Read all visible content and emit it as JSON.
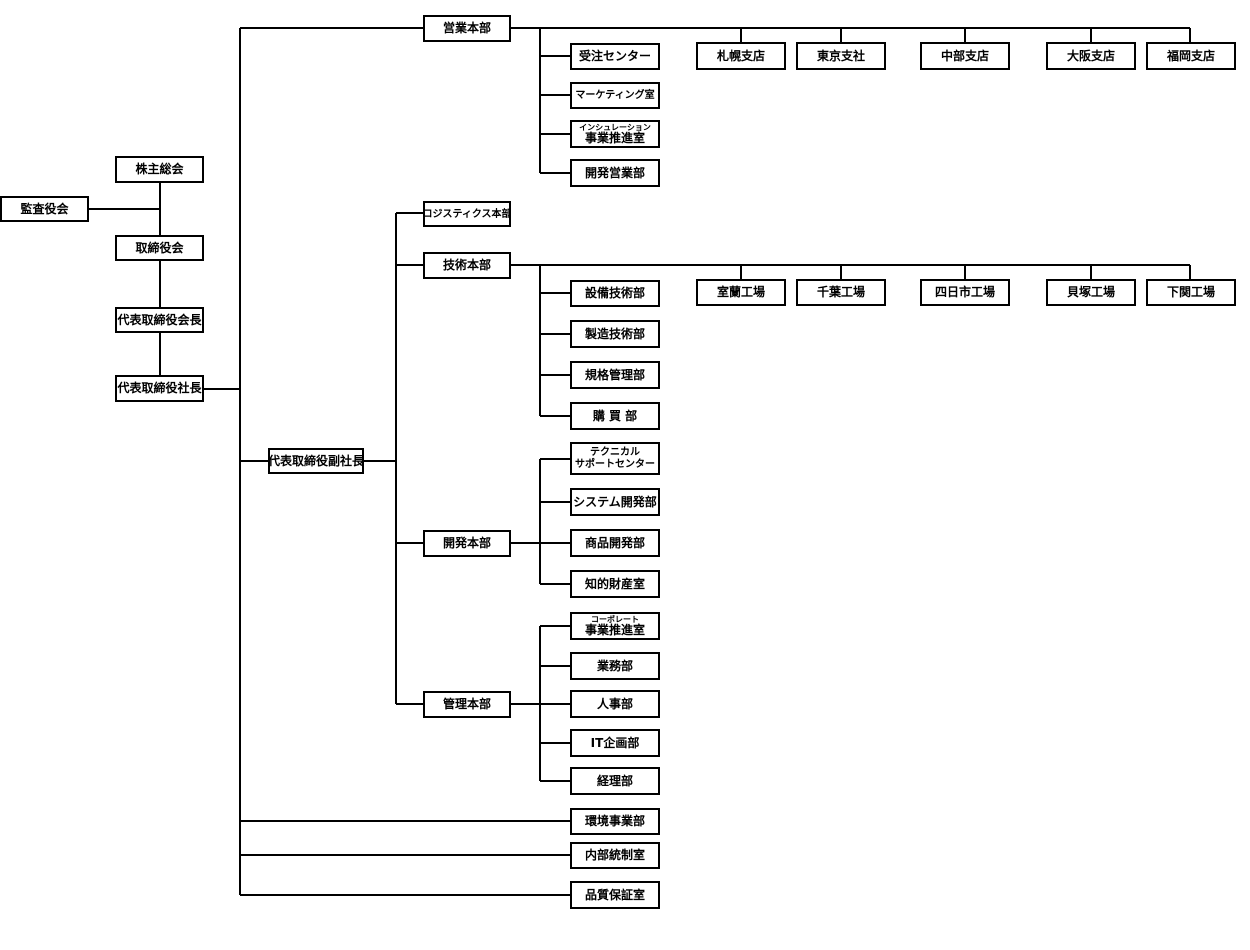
{
  "orgchart": {
    "kansayakukai": "監査役会",
    "kabunushi_sokai": "株主総会",
    "torishimariyakukai": "取締役会",
    "kaicho": "代表取締役会長",
    "shacho": "代表取締役社長",
    "fukushacho": "代表取締役副社長",
    "eigyo_honbu": "営業本部",
    "juchu_center": "受注センター",
    "marketing_shitsu": "マーケティング室",
    "insulation_ruby": "インシュレーション",
    "insulation_main": "事業推進室",
    "kaihatsu_eigyobu": "開発営業部",
    "branches": [
      "札幌支店",
      "東京支社",
      "中部支店",
      "大阪支店",
      "福岡支店"
    ],
    "logistics_honbu": "ロジスティクス本部",
    "gijutsu_honbu": "技術本部",
    "gijutsu_depts": [
      "設備技術部",
      "製造技術部",
      "規格管理部",
      "購 買 部"
    ],
    "factories": [
      "室蘭工場",
      "千葉工場",
      "四日市工場",
      "貝塚工場",
      "下関工場"
    ],
    "kaihatsu_honbu": "開発本部",
    "technical_line1": "テクニカル",
    "technical_line2": "サポートセンター",
    "kaihatsu_depts": [
      "システム開発部",
      "商品開発部",
      "知的財産室"
    ],
    "kanri_honbu": "管理本部",
    "corporate_ruby": "コーポレート",
    "corporate_main": "事業推進室",
    "kanri_depts": [
      "業務部",
      "人事部",
      "IT企画部",
      "経理部"
    ],
    "direct_depts": [
      "環境事業部",
      "内部統制室",
      "品質保証室"
    ]
  }
}
